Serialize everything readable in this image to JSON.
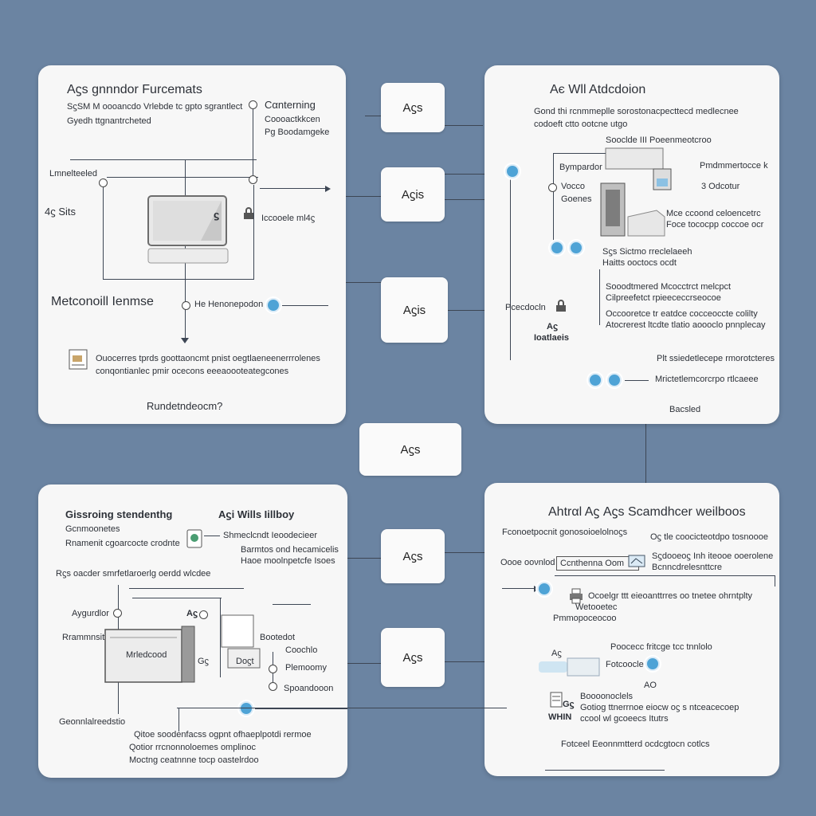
{
  "nodes": [
    "Aϛs",
    "Aϛis",
    "Aϛis",
    "Aϛs",
    "Aϛs",
    "Aϛs"
  ],
  "colors": {
    "background": "#6b84a2",
    "panel": "#f7f7f7",
    "accent": "#4ea3d6",
    "line": "#3d4654"
  },
  "panel_tl": {
    "title": "Aϛs gnnndor Furcemats",
    "line1": "SϛSM M oooancdo Vrlebde tc gpto sgrantlect",
    "line2": "Gyedh ttgnantrcheted",
    "side_title": "Cαnterning",
    "side_line1": "Coooactkkcen",
    "side_line2": "Pg Boodamgeke",
    "left_label": "Lmnelteeled",
    "main_label": "4ϛ Sits",
    "device_label": "ϛ",
    "lock_label": "Iccooele ml4ϛ",
    "big_label": "Metconoill Ienmse",
    "connector_label": "He Henonepodon",
    "desc1": "Ouocerres tprds goottaoncmt pnist oegtlaeneenerrrolenes",
    "desc2": "conqontianlec pmir ocecons  eeeaoooteategcones",
    "footer": "Rundetndeocm?"
  },
  "panel_tr": {
    "title": "Aє Wll Atdcdoion",
    "line1": "Gond thi rcnmmeplle sorostonacpecttecd medlecnee",
    "line2": "codoeft ctto ootcne utgo",
    "box_label": "Sooclde III Poeenmeotcroo",
    "left1": "Bympardor",
    "right1": "Pmdmmertocce k",
    "left2": "Vocco",
    "left3": "Goenes",
    "right2": "3 Odcotur",
    "item1_a": "Mce ccoond celoencetrc",
    "item1_b": "Foce tococpp coccoe ocr",
    "item2_a": "Sϛs Sictmo rreclelaeeh",
    "item2_b": "Haitts ooctocs ocdt",
    "item3_a": "Sooodtmered Mcocctrct melcpct",
    "item3_b": "Cilpreefetct rpieececcrseocoe",
    "item4_a": "Occooretce tr eatdce cocceoccte colilty",
    "item4_b": "Atocrerest ltcdte tlatio aoooclo pnnplecay",
    "left_label": "Pcecdocln",
    "side_label_a": "Aϛ",
    "side_label_b": "Ioatlaeis",
    "item5": "Plt ssiedetlecepe rmorotcteres",
    "item6": "Mrictetlemcorcrpo rtlcaeee",
    "footer": "Bacsled"
  },
  "panel_bl": {
    "title": "Gissroing stendenthg",
    "title2": "Aϛi Wills Iillboy",
    "sub1": "Gcnmoonetes",
    "sub2": "Rnamenit cgoarcocte crodnte",
    "row1": "Shmeclcndt Ieoodecieer",
    "row2": "Barmtos ond hecamicelis",
    "row3": "Haoe moolnpetcfe Isoes",
    "long": "Rϛs oacder smrfetlaroerlg oerdd wlcdee",
    "left1": "Aygurdlor",
    "left2": "Rrammnsitor",
    "label_as": "Aϛ",
    "panel_label": "Mrledcood",
    "mid1": "Bootedot",
    "mid2": "Coochlo",
    "mid3": "Plemoomy",
    "mid4": "Spoandooon",
    "gb": "Gϛ",
    "box_label": "Doϛt",
    "left3": "Geonnlalreedstio",
    "foot1": "Qitoe soodenfacss ogpnt ofhaeplpotdi rermoe",
    "foot2": "Qotior rrcnonnoloemes omplinoc",
    "foot3": "Moctng ceatnnne tocp oastelrdoo"
  },
  "panel_br": {
    "title": "Ahtrαl Aϛ Aϛs Scamdhcer weilboos",
    "line1": "Fconoetpocnit gonosoioelolnoϛs",
    "line2": "Oϛ tle coocicteotdpo tosnoooe",
    "left1": "Oooe oονnlοd",
    "box_label": "Ccnthenna Oom",
    "right_a": "Sϛdooeoϛ Inh iteooe ooerolene",
    "right_b": "Bcnncdrelesnttcre",
    "item1_a": "Ocoelgr ttt eieοanttrres oo tnetee ohrntplty",
    "item1_b": "Wetooetec",
    "item1_c": "Pmmopoceocoo",
    "item2": "Poocecc fritcge tcc tnnlolo",
    "item3": "Fotcoocle",
    "item4": "AO",
    "a1": "Aϛ",
    "item5": "Boooonoclels",
    "item6": "Gotiog ttnerrnoe eiocw oϛ s ntceacecoep",
    "item7": "ccool wl gcoeecs Itutrs",
    "gw_a": "Gϛ",
    "gw_b": "WHIN",
    "footer": "Fotceel Eeonnmtterd ocdcgtocn cotlcs"
  }
}
